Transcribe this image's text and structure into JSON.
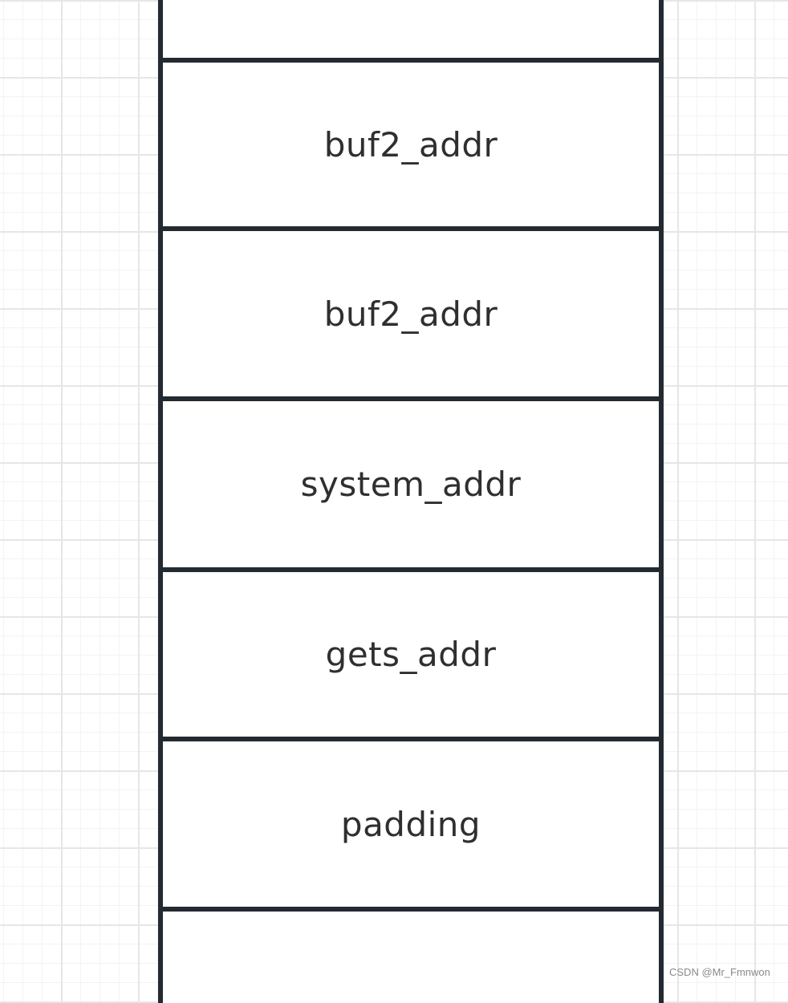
{
  "diagram": {
    "title": "",
    "cells": [
      "",
      "buf2_addr",
      "buf2_addr",
      "system_addr",
      "gets_addr",
      "padding",
      ""
    ]
  },
  "watermark": "CSDN @Mr_Fmnwon",
  "colors": {
    "line": "#232a31",
    "text": "#2f2f2f",
    "grid_major": "#e6e6e6",
    "grid_minor": "#f3f3f3"
  }
}
